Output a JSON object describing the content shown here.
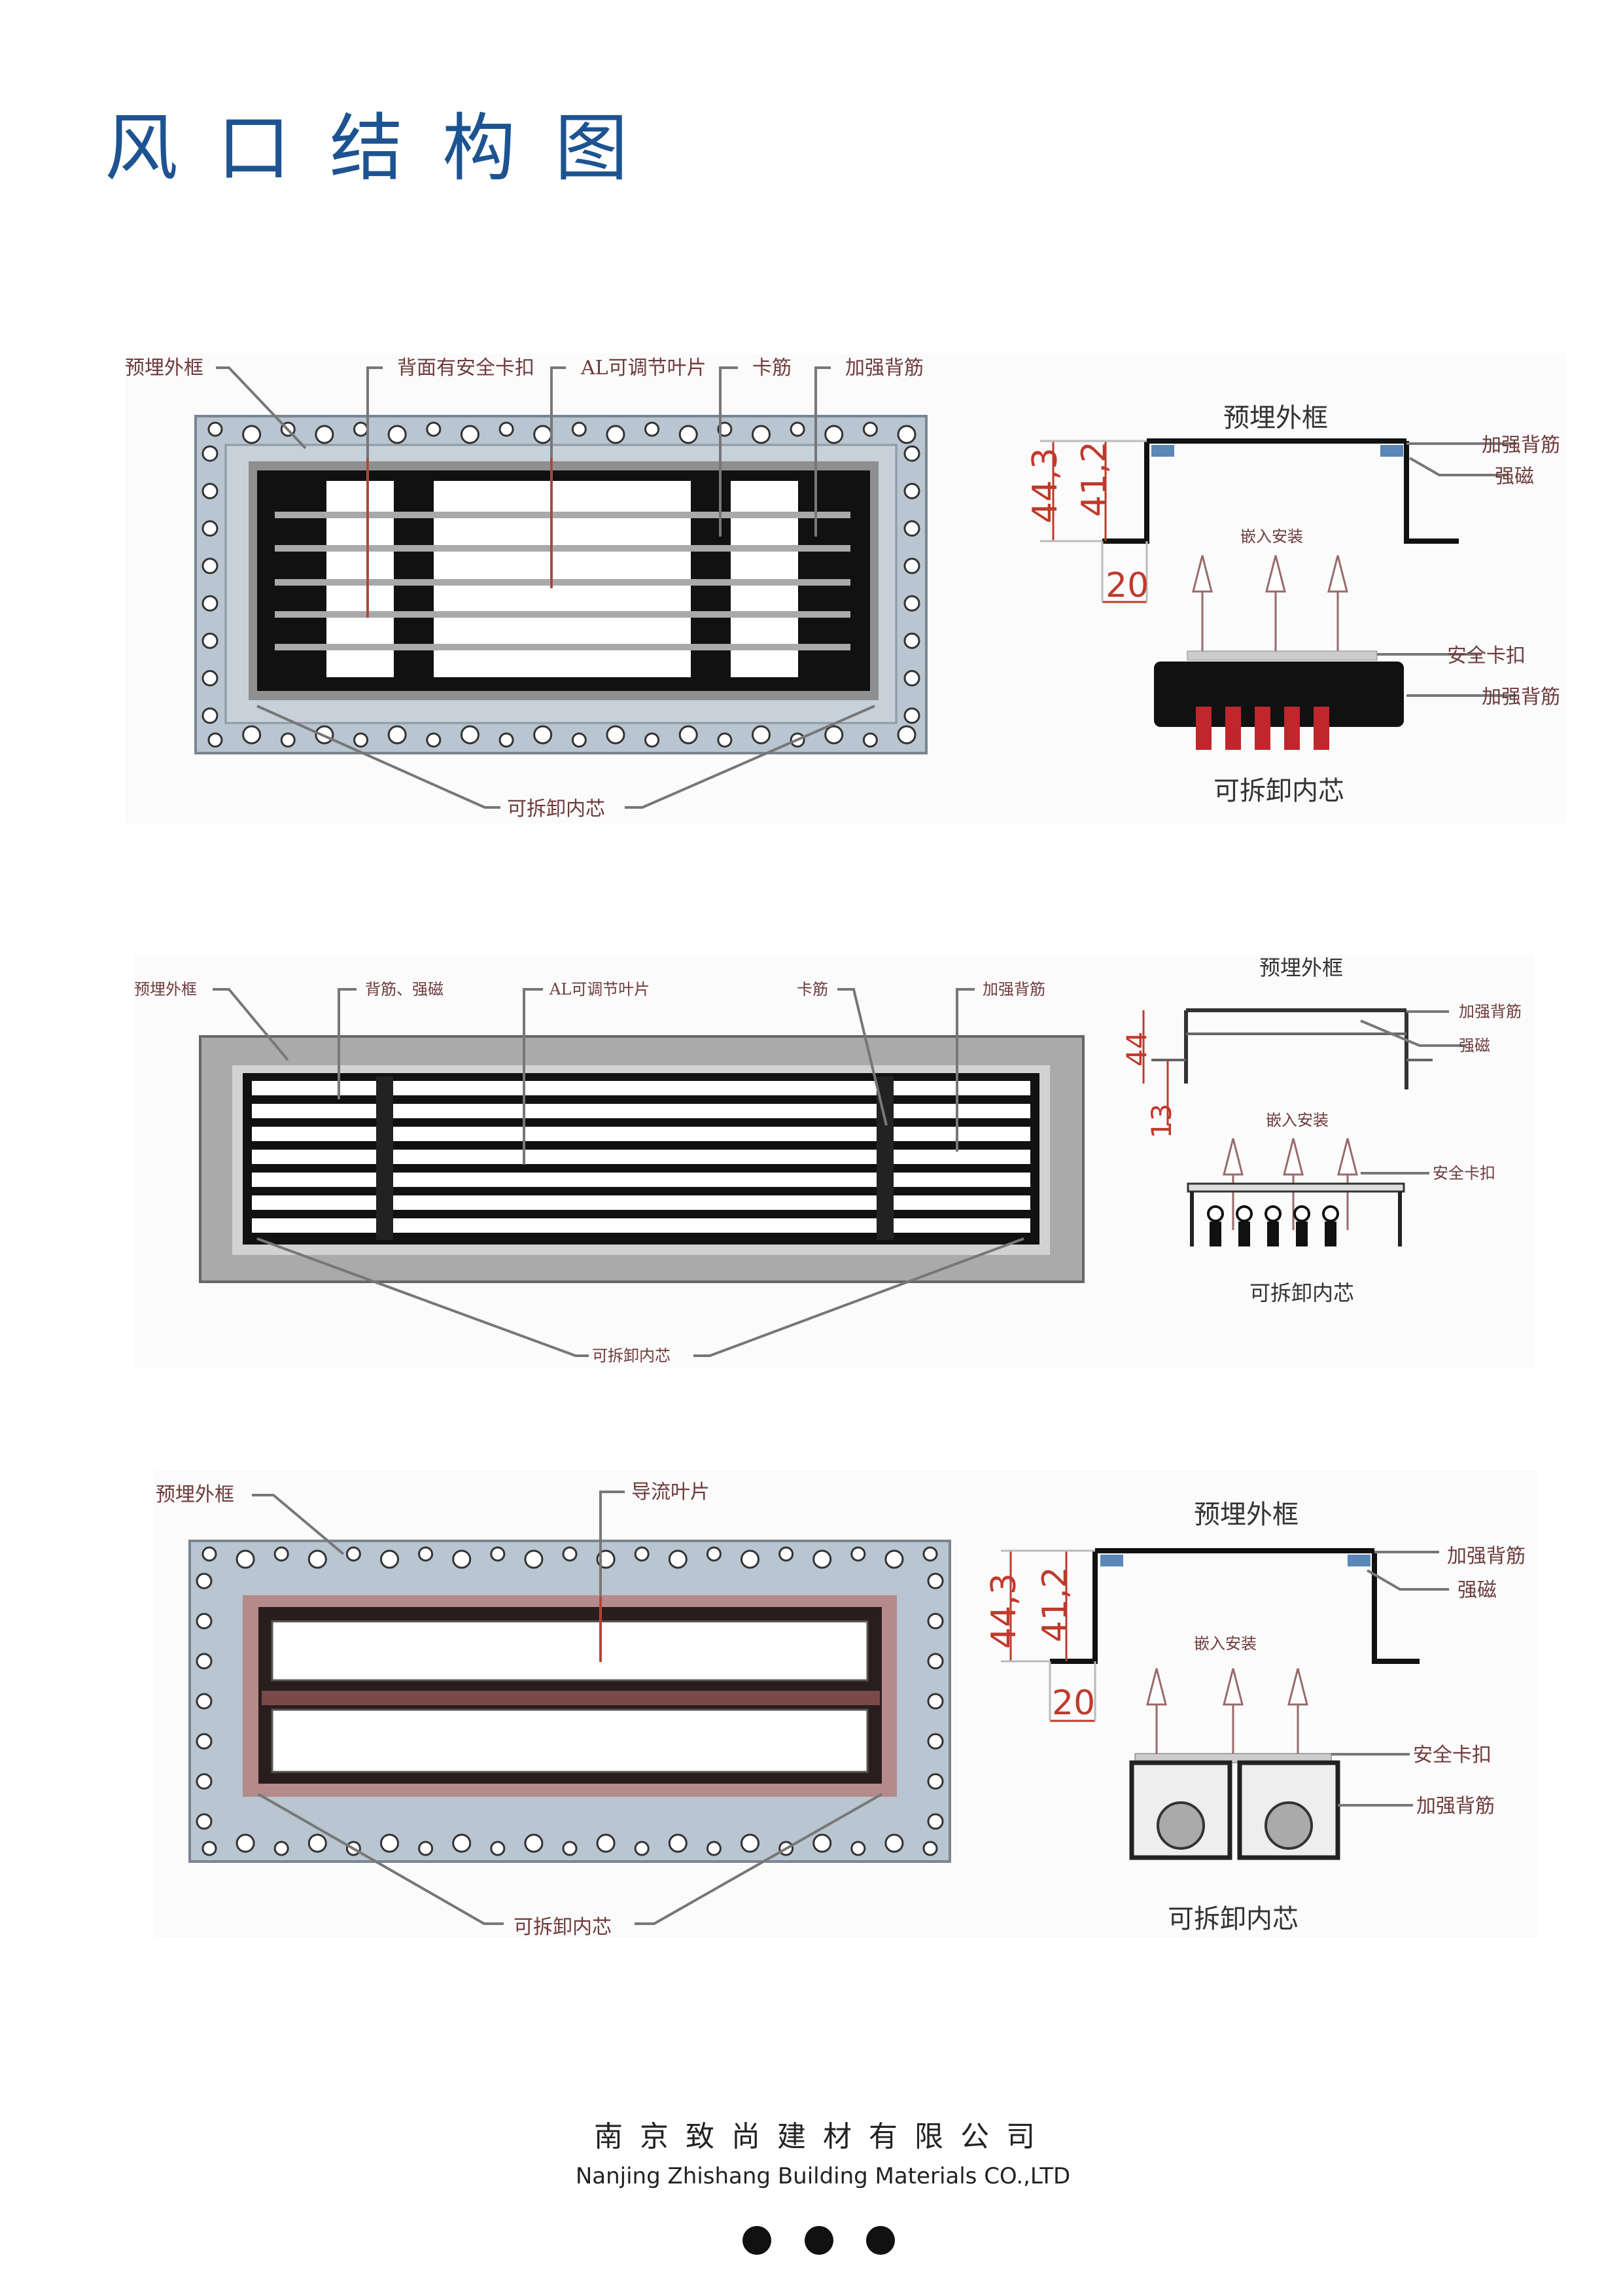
{
  "title": "风口结构图",
  "sections": [
    {
      "left_labels": {
        "frame": "预埋外框",
        "clip": "背面有安全卡扣",
        "blade": "AL可调节叶片",
        "rib": "卡筋",
        "back_rib": "加强背筋",
        "core": "可拆卸内芯"
      },
      "right": {
        "title": "预埋外框",
        "dim_a": "44,3",
        "dim_b": "41,2",
        "dim_c": "20",
        "back_rib": "加强背筋",
        "magnet": "强磁",
        "install": "嵌入安装",
        "clip": "安全卡扣",
        "back_rib2": "加强背筋",
        "core": "可拆卸内芯"
      }
    },
    {
      "left_labels": {
        "frame": "预埋外框",
        "rib_magnet": "背筋、强磁",
        "blade": "AL可调节叶片",
        "rib": "卡筋",
        "back_rib": "加强背筋",
        "core": "可拆卸内芯"
      },
      "right": {
        "title": "预埋外框",
        "dim_a": "44",
        "dim_b": "13",
        "back_rib": "加强背筋",
        "magnet": "强磁",
        "install": "嵌入安装",
        "clip": "安全卡扣",
        "core": "可拆卸内芯"
      }
    },
    {
      "left_labels": {
        "frame": "预埋外框",
        "guide": "导流叶片",
        "core": "可拆卸内芯"
      },
      "right": {
        "title": "预埋外框",
        "dim_a": "44,3",
        "dim_b": "41,2",
        "dim_c": "20",
        "back_rib": "加强背筋",
        "magnet": "强磁",
        "install": "嵌入安装",
        "clip": "安全卡扣",
        "back_rib2": "加强背筋",
        "core": "可拆卸内芯"
      }
    }
  ],
  "footer": {
    "company_cn": "南京致尚建材有限公司",
    "company_en": "Nanjing Zhishang  Building  Materials  CO.,LTD"
  },
  "colors": {
    "title": "#1d5391",
    "label": "#6e3b3b",
    "dimension": "#c0392b"
  }
}
